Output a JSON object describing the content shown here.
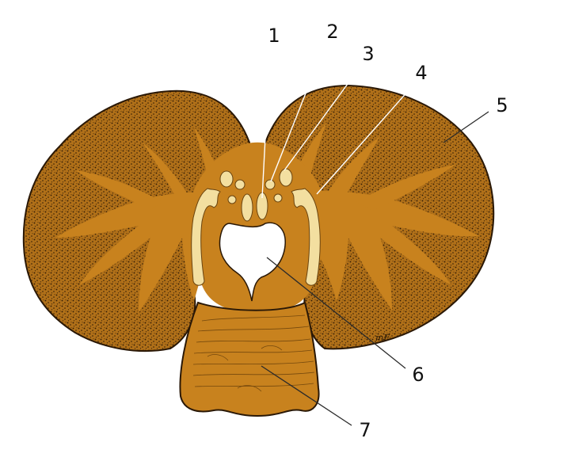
{
  "colors": {
    "background": "#ffffff",
    "tissue": "#c8821e",
    "cortex_dark": "#3a2208",
    "nuclei": "#f3dfa0",
    "ventricle": "#ffffff",
    "outline": "#2a1806"
  },
  "callouts": [
    {
      "number": "1"
    },
    {
      "number": "2"
    },
    {
      "number": "3"
    },
    {
      "number": "4"
    },
    {
      "number": "5"
    },
    {
      "number": "6"
    },
    {
      "number": "7"
    }
  ],
  "artist_signature": "mF"
}
